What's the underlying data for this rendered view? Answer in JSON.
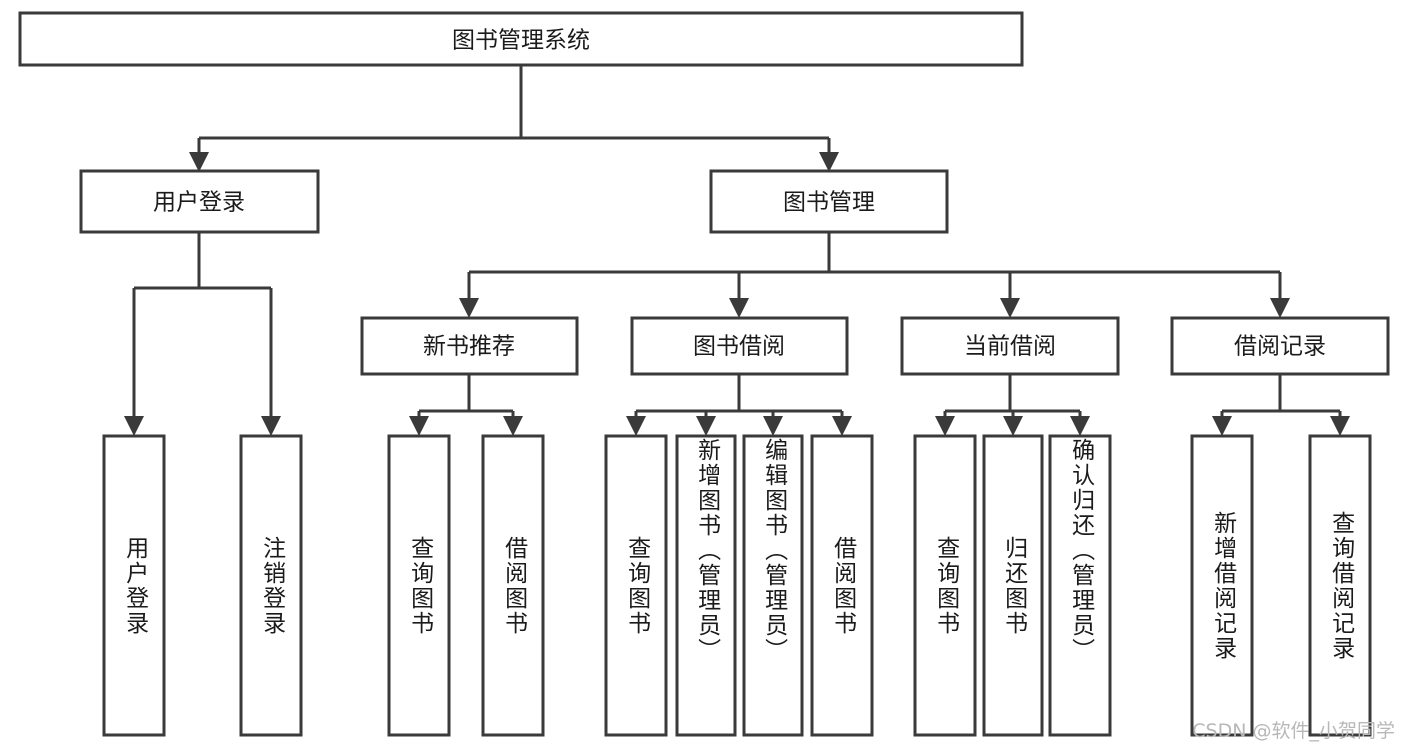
{
  "diagram": {
    "title": "图书管理系统",
    "watermark": "CSDN @软件_小贺同学",
    "colors": {
      "stroke": "#3a3a3a",
      "fill": "#ffffff",
      "text": "#1b1b1b",
      "watermark": "#b8b8b8"
    },
    "root": {
      "label": "图书管理系统"
    },
    "level2": [
      {
        "label": "用户登录"
      },
      {
        "label": "图书管理"
      }
    ],
    "level3": [
      {
        "label": "新书推荐"
      },
      {
        "label": "图书借阅"
      },
      {
        "label": "当前借阅"
      },
      {
        "label": "借阅记录"
      }
    ],
    "leaves": {
      "user_login": [
        {
          "label": "用户登录"
        },
        {
          "label": "注销登录"
        }
      ],
      "new_book": [
        {
          "label": "查询图书"
        },
        {
          "label": "借阅图书"
        }
      ],
      "book_borrow": [
        {
          "label": "查询图书"
        },
        {
          "label": "新增图书（管理员）"
        },
        {
          "label": "编辑图书（管理员）"
        },
        {
          "label": "借阅图书"
        }
      ],
      "current_borrow": [
        {
          "label": "查询图书"
        },
        {
          "label": "归还图书"
        },
        {
          "label": "确认归还（管理员）"
        }
      ],
      "borrow_record": [
        {
          "label": "新增借阅记录"
        },
        {
          "label": "查询借阅记录"
        }
      ]
    }
  }
}
